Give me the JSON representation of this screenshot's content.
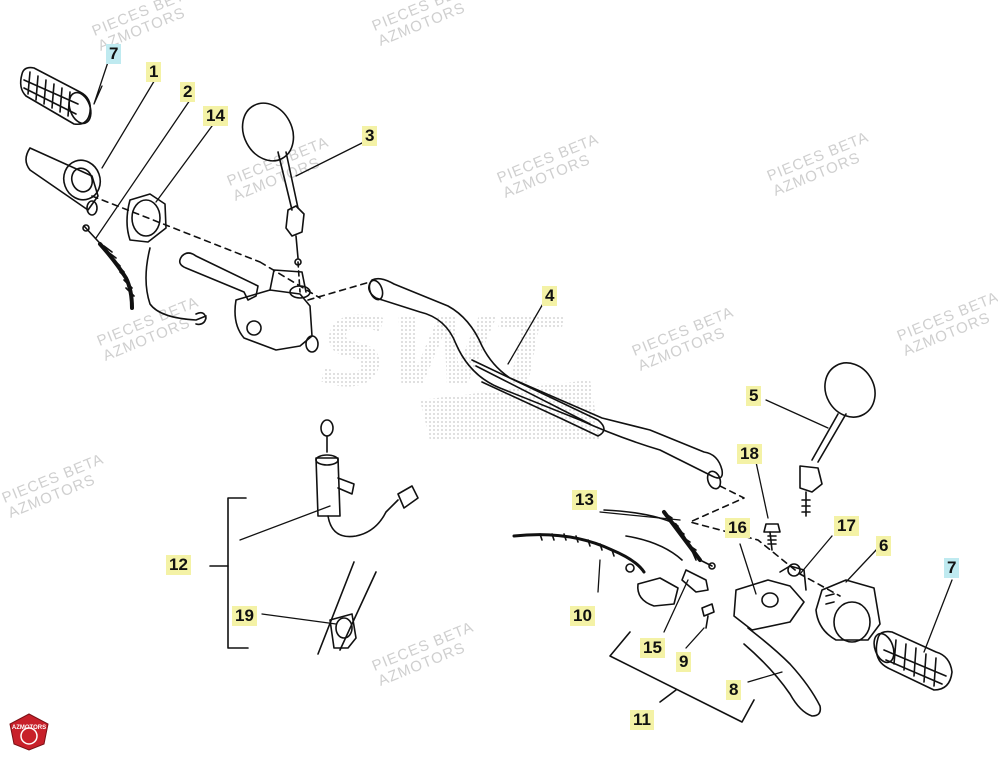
{
  "watermarks": [
    {
      "line1": "PIECES BETA",
      "line2": "AZMOTORS"
    },
    {
      "line1": "PIECES BETA",
      "line2": "AZMOTORS"
    },
    {
      "line1": "PIECES BETA",
      "line2": "AZMOTORS"
    },
    {
      "line1": "PIECES BETA",
      "line2": "AZMOTORS"
    },
    {
      "line1": "PIECES BETA",
      "line2": "AZMOTORS"
    },
    {
      "line1": "PIECES BETA",
      "line2": "AZMOTORS"
    },
    {
      "line1": "PIECES BETA",
      "line2": "AZMOTORS"
    },
    {
      "line1": "PIECES BETA",
      "line2": "AZMOTORS"
    },
    {
      "line1": "PIECES BETA",
      "line2": "AZMOTORS"
    },
    {
      "line1": "PIECES BETA",
      "line2": "AZMOTORS"
    }
  ],
  "background_logo": "SWT",
  "brand_logo": "AZMOTORS",
  "callouts": {
    "c1": "1",
    "c2": "2",
    "c3": "3",
    "c4": "4",
    "c5": "5",
    "c6": "6",
    "c7_left": "7",
    "c7_right": "7",
    "c8": "8",
    "c9": "9",
    "c10": "10",
    "c11": "11",
    "c12": "12",
    "c13": "13",
    "c14": "14",
    "c15": "15",
    "c16": "16",
    "c17": "17",
    "c18": "18",
    "c19": "19"
  },
  "colors": {
    "line": "#111111",
    "callout_yellow": "#f4f2a6",
    "callout_cyan": "#bfeaf0",
    "watermark": "#cfcfcf",
    "logo_red": "#c8202a"
  }
}
